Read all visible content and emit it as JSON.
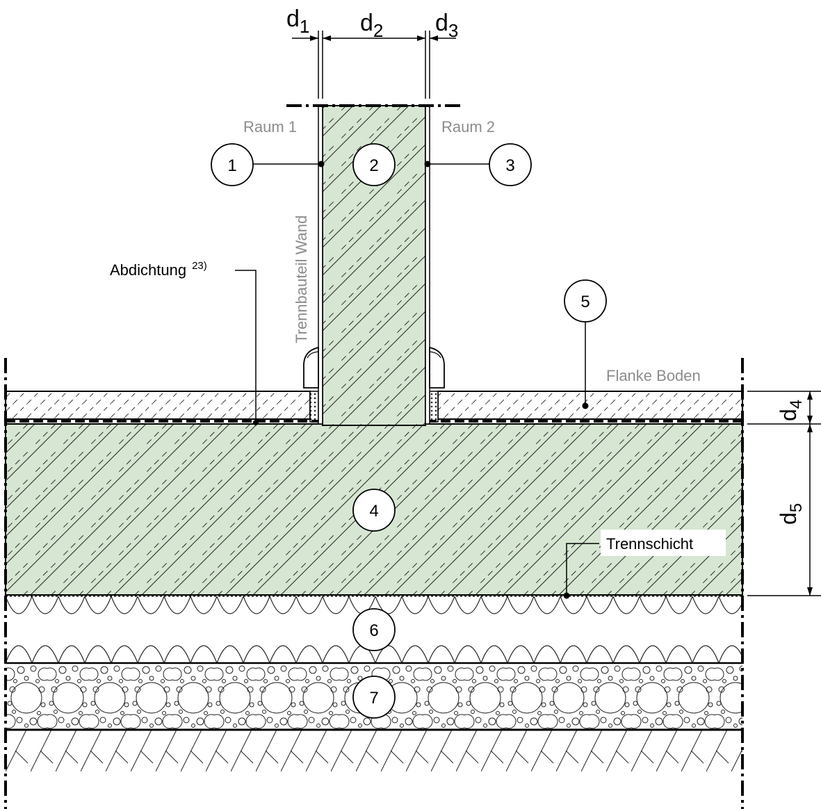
{
  "dimensions": {
    "d1": {
      "base": "d",
      "sub": "1"
    },
    "d2": {
      "base": "d",
      "sub": "2"
    },
    "d3": {
      "base": "d",
      "sub": "3"
    },
    "d4": {
      "base": "d",
      "sub": "4"
    },
    "d5": {
      "base": "d",
      "sub": "5"
    }
  },
  "rooms": {
    "room1": "Raum 1",
    "room2": "Raum 2"
  },
  "labels": {
    "wall": "Trennbauteil Wand",
    "abdichtung": "Abdichtung",
    "abdichtung_note": "23)",
    "flanke": "Flanke Boden",
    "trennschicht": "Trennschicht"
  },
  "markers": [
    "1",
    "2",
    "3",
    "4",
    "5",
    "6",
    "7"
  ],
  "colors": {
    "concrete_fill": "#d6e6d2",
    "label_grey": "#8c8c8c"
  }
}
